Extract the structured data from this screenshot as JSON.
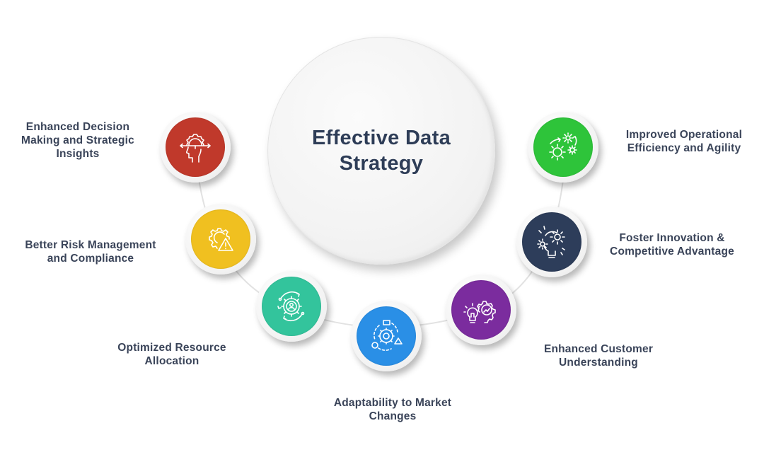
{
  "center": {
    "title_line1": "Effective Data",
    "title_line2": "Strategy",
    "color": "#2e3d57"
  },
  "nodes": [
    {
      "id": "decision",
      "label_line1": "Enhanced Decision",
      "label_line2": "Making and Strategic",
      "label_line3": "Insights",
      "color": "#c0392b",
      "icon": "head-gear-arrows-icon"
    },
    {
      "id": "risk",
      "label_line1": "Better Risk Management",
      "label_line2": "and Compliance",
      "color": "#f0c020",
      "icon": "gear-warning-icon"
    },
    {
      "id": "resource",
      "label_line1": "Optimized Resource",
      "label_line2": "Allocation",
      "color": "#33c49c",
      "icon": "gear-user-cycle-icon"
    },
    {
      "id": "adaptability",
      "label_line1": "Adaptability to Market",
      "label_line2": "Changes",
      "color": "#2a8fe6",
      "icon": "gear-shapes-cycle-icon"
    },
    {
      "id": "customer",
      "label_line1": "Enhanced Customer",
      "label_line2": "Understanding",
      "color": "#7b2c9e",
      "icon": "bulb-gear-chart-icon"
    },
    {
      "id": "innovation",
      "label_line1": "Foster Innovation &",
      "label_line2": "Competitive Advantage",
      "color": "#2d3d5a",
      "icon": "bulb-gears-icon"
    },
    {
      "id": "operational",
      "label_line1": "Improved Operational",
      "label_line2": "Efficiency and Agility",
      "color": "#2ec43a",
      "icon": "gears-arrows-icon"
    }
  ]
}
